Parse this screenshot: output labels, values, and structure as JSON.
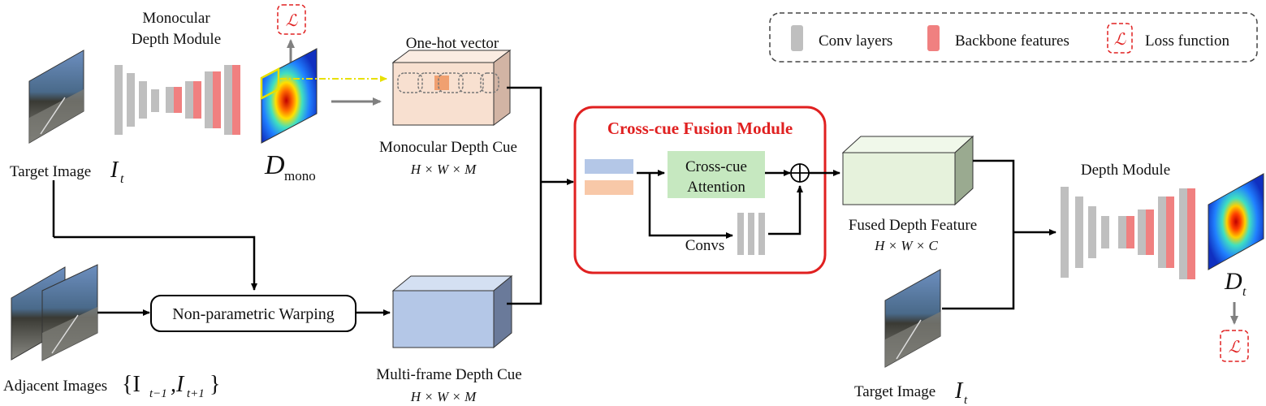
{
  "legend": {
    "conv_layers": "Conv layers",
    "backbone_features": "Backbone features",
    "loss_symbol": "ℒ",
    "loss_function": "Loss function"
  },
  "monocular_module": {
    "title_line1": "Monocular",
    "title_line2": "Depth Module"
  },
  "target_image_top": {
    "label": "Target Image",
    "symbol": "I",
    "subscript": "t"
  },
  "d_mono": {
    "symbol": "D",
    "subscript": "mono",
    "loss_symbol": "ℒ"
  },
  "one_hot": {
    "label": "One-hot vector"
  },
  "monocular_cue": {
    "label": "Monocular Depth Cue",
    "dims": "H × W × M"
  },
  "multi_frame_cue": {
    "label": "Multi-frame Depth Cue",
    "dims": "H × W × M"
  },
  "adjacent_images": {
    "label": "Adjacent Images",
    "set": "{I",
    "sub1": "t−1",
    "comma": ",I",
    "sub2": "t+1",
    "close": "}"
  },
  "warping": {
    "label": "Non-parametric Warping"
  },
  "fusion": {
    "title": "Cross-cue Fusion Module",
    "attention_line1": "Cross-cue",
    "attention_line2": "Attention",
    "convs": "Convs",
    "plus": "⊕"
  },
  "fused_feature": {
    "label": "Fused Depth Feature",
    "dims": "H × W × C"
  },
  "target_image_bottom": {
    "label": "Target Image",
    "symbol": "I",
    "subscript": "t"
  },
  "depth_module": {
    "title": "Depth Module"
  },
  "d_t": {
    "symbol": "D",
    "subscript": "t",
    "loss_symbol": "ℒ"
  },
  "colors": {
    "conv_gray": "#bfbfbf",
    "backbone_red": "#f08080",
    "fusion_red": "#e02020",
    "attention_green": "#c6e8c0",
    "mono_cue_peach": "#f8e0d0",
    "multi_cue_blue": "#b4c7e7",
    "fused_green": "#e6f2dc",
    "arrow_gray": "#808080",
    "dashdot_yellow": "#e8e000"
  }
}
